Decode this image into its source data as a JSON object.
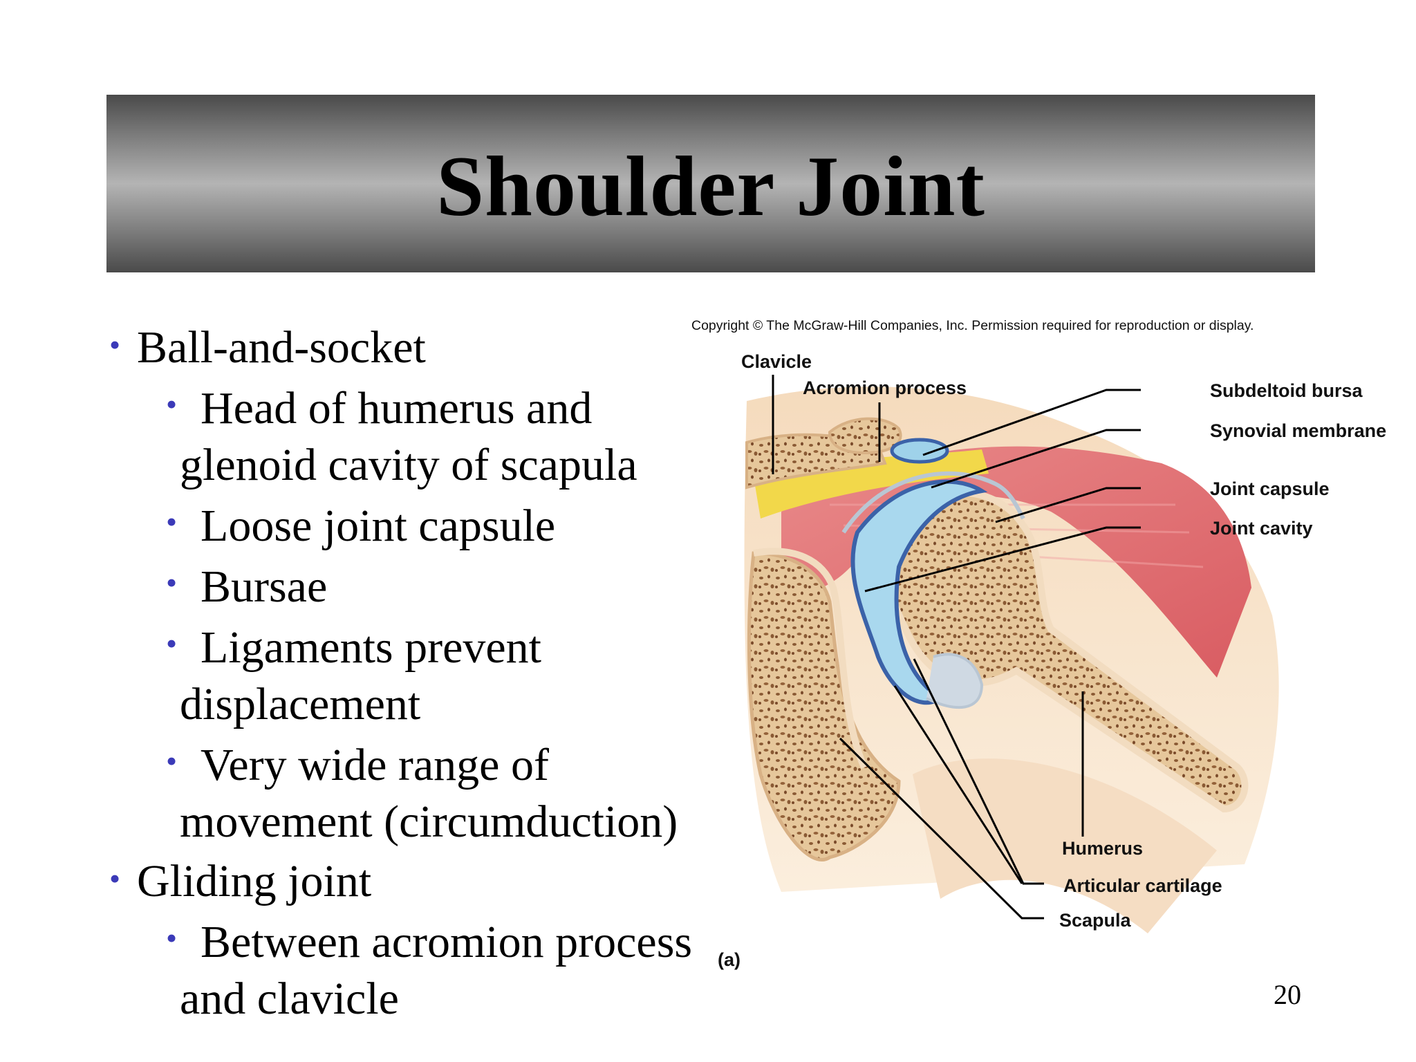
{
  "slide": {
    "title": "Shoulder Joint",
    "page_number": "20",
    "bullets": [
      {
        "level": 1,
        "text": "Ball-and-socket"
      },
      {
        "level": 2,
        "text": "Head of humerus and glenoid cavity of scapula"
      },
      {
        "level": 2,
        "text": "Loose joint capsule"
      },
      {
        "level": 2,
        "text": "Bursae"
      },
      {
        "level": 2,
        "text": "Ligaments prevent displacement"
      },
      {
        "level": 2,
        "text": "Very wide range of movement (circumduction)"
      },
      {
        "level": 1,
        "text": "Gliding joint"
      },
      {
        "level": 2,
        "text": "Between acromion process and clavicle"
      }
    ],
    "bullet_color": "#3b3ab8"
  },
  "figure": {
    "copyright": "Copyright © The McGraw-Hill Companies, Inc. Permission required for reproduction or display.",
    "panel_label": "(a)",
    "labels": {
      "clavicle": "Clavicle",
      "acromion": "Acromion process",
      "subdeltoid": "Subdeltoid bursa",
      "synovial": "Synovial membrane",
      "capsule": "Joint capsule",
      "cavity": "Joint cavity",
      "humerus": "Humerus",
      "cartilage": "Articular cartilage",
      "scapula": "Scapula"
    },
    "colors": {
      "skin": "#f3d6b4",
      "bone": "#e8c79a",
      "muscle": "#e27a7c",
      "cartilage": "#a9d8ee",
      "fat": "#f2d84a"
    }
  }
}
